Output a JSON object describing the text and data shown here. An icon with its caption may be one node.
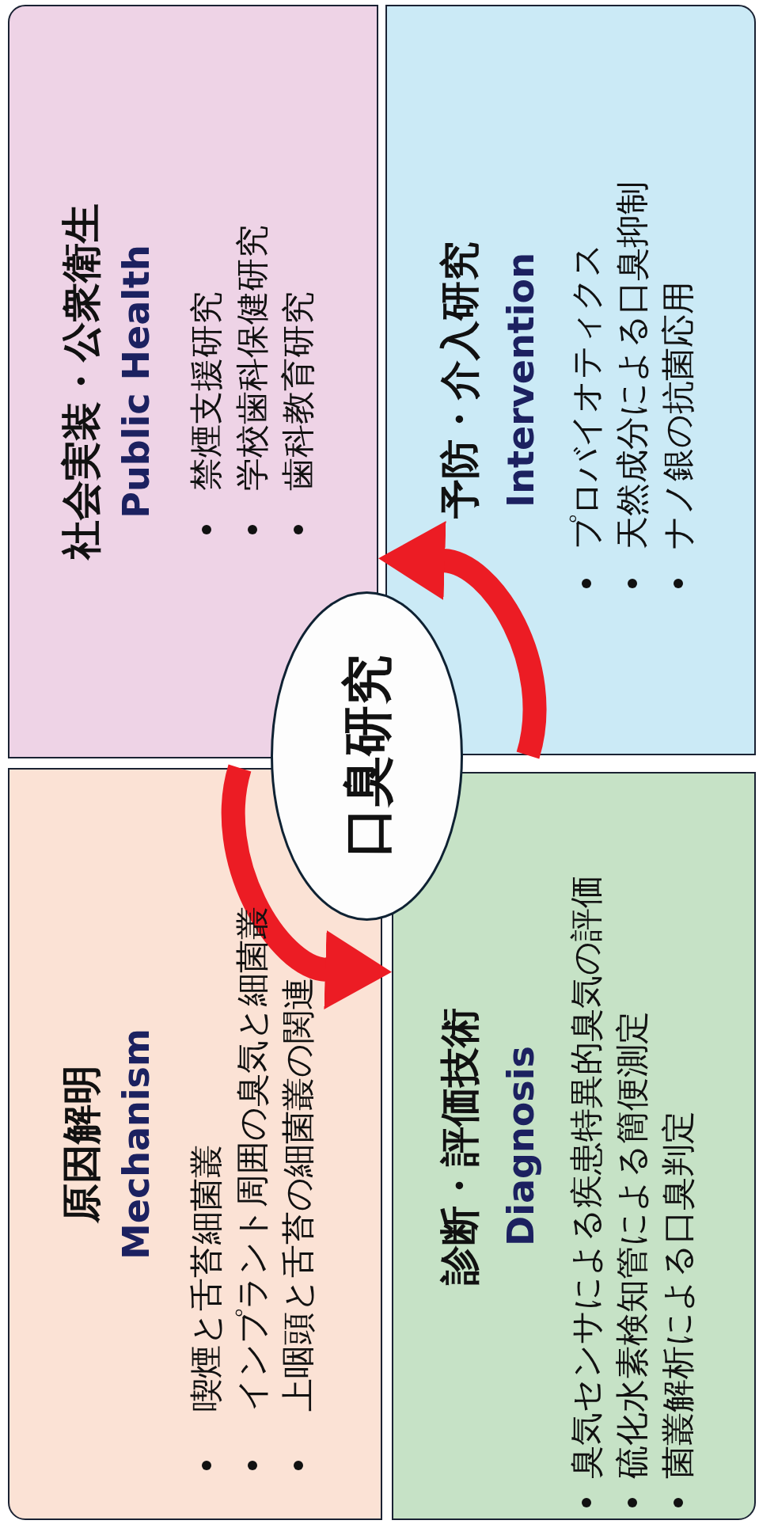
{
  "diagram": {
    "nodes": [
      {
        "text": [
          "社会実装・公衆衛生",
          "Public Health",
          "禁煙支援研究",
          "学校歯科保健研究",
          "歯科教育研究"
        ]
      },
      {
        "text": [
          "予防・介入研究",
          "Intervention",
          "プロバイオティクス",
          "天然成分による口臭抑制",
          "ナノ銀の抗菌応用"
        ]
      },
      {
        "text": [
          "原因解明",
          "Mechanism",
          "喫煙と舌苔細菌叢",
          "インプラント周囲の臭気と細菌叢",
          "上咽頭と舌苔の細菌叢の関連"
        ]
      },
      {
        "text": [
          "診断・評価技術",
          "Diagnosis",
          "臭気センサによる疾患特異的臭気の評価",
          "硫化水素検知管による簡便測定",
          "菌叢解析による口臭判定"
        ]
      },
      {
        "text": [
          "口臭研究"
        ]
      }
    ],
    "edges": [
      {
        "from": 1,
        "to": 0,
        "arrow": "to"
      },
      {
        "from": 2,
        "to": 3,
        "arrow": "to"
      }
    ]
  }
}
